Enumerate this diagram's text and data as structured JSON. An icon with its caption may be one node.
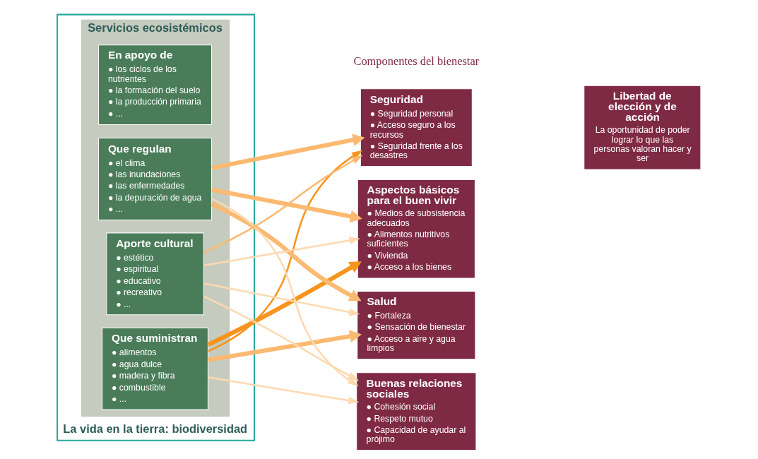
{
  "diagram": {
    "nodes": [
      {
        "text": [
          "La vida en la tierra: biodiversidad"
        ]
      },
      {
        "text": [
          "Servicios ecosistémicos"
        ],
        "in": 0
      },
      {
        "text": [
          "En apoyo de",
          "● los ciclos de los nutrientes",
          "● la formación del suelo",
          "● la producción primaria",
          "● ..."
        ],
        "in": 1
      },
      {
        "text": [
          "Que suministran",
          "● alimentos",
          "● agua dulce",
          "● madera y fibra",
          "● combustible",
          "● ..."
        ],
        "in": 1
      },
      {
        "text": [
          "Que regulan",
          "● el clima",
          "● las inundaciones",
          "● las enfermedades",
          "● la depuración de agua",
          "● ..."
        ],
        "in": 1
      },
      {
        "text": [
          "Aporte cultural",
          "● estético",
          "● espiritual",
          "● educativo",
          "● recreativo",
          "● ..."
        ],
        "in": 1
      },
      {
        "text": [
          "Seguridad",
          "● Seguridad personal",
          "● Acceso seguro a los recursos",
          "● Seguridad frente a los desastres"
        ]
      },
      {
        "text": [
          "Aspectos básicos para el buen vivir",
          "● Medios de subsistencia adecuados",
          "● Alimentos nutritivos suficientes",
          "● Vivienda",
          "● Acceso a los bienes"
        ]
      },
      {
        "text": [
          "Salud",
          "● Fortaleza",
          "● Sensación de bienestar",
          "● Acceso a aire y agua limpios"
        ]
      },
      {
        "text": [
          "Buenas relaciones sociales",
          "● Cohesión social",
          "● Respeto mutuo",
          "● Capacidad de ayudar al prójimo"
        ]
      },
      {
        "text": [
          "Libertad de elección y de acción",
          "La oportunidad de poder lograr lo que las personas valoran hacer y ser"
        ]
      }
    ],
    "edges": [
      {
        "from": 3,
        "to": 6,
        "arrow": "to",
        "color": "#f7941d"
      },
      {
        "from": 3,
        "to": 7,
        "arrow": "to",
        "style": "thick",
        "color": "#f7941d"
      },
      {
        "from": 3,
        "to": 8,
        "arrow": "to",
        "style": "thick",
        "color": "#fbb971"
      },
      {
        "from": 3,
        "to": 9,
        "arrow": "to",
        "color": "#fdd9b0"
      },
      {
        "from": 4,
        "to": 6,
        "arrow": "to",
        "style": "thick",
        "color": "#fbb971"
      },
      {
        "from": 4,
        "to": 7,
        "arrow": "to",
        "style": "thick",
        "color": "#fbb971"
      },
      {
        "from": 4,
        "to": 8,
        "arrow": "to",
        "style": "thick",
        "color": "#fbb971"
      },
      {
        "from": 4,
        "to": 9,
        "arrow": "to",
        "color": "#fdd9b0"
      },
      {
        "from": 5,
        "to": 6,
        "arrow": "to",
        "color": "#fbb971"
      },
      {
        "from": 5,
        "to": 7,
        "arrow": "to",
        "color": "#fdd9b0"
      },
      {
        "from": 5,
        "to": 8,
        "arrow": "to",
        "color": "#fdd9b0"
      },
      {
        "from": 5,
        "to": 9,
        "arrow": "to",
        "color": "#fdd9b0"
      }
    ],
    "labels": [
      "Componentes del bienestar"
    ]
  }
}
